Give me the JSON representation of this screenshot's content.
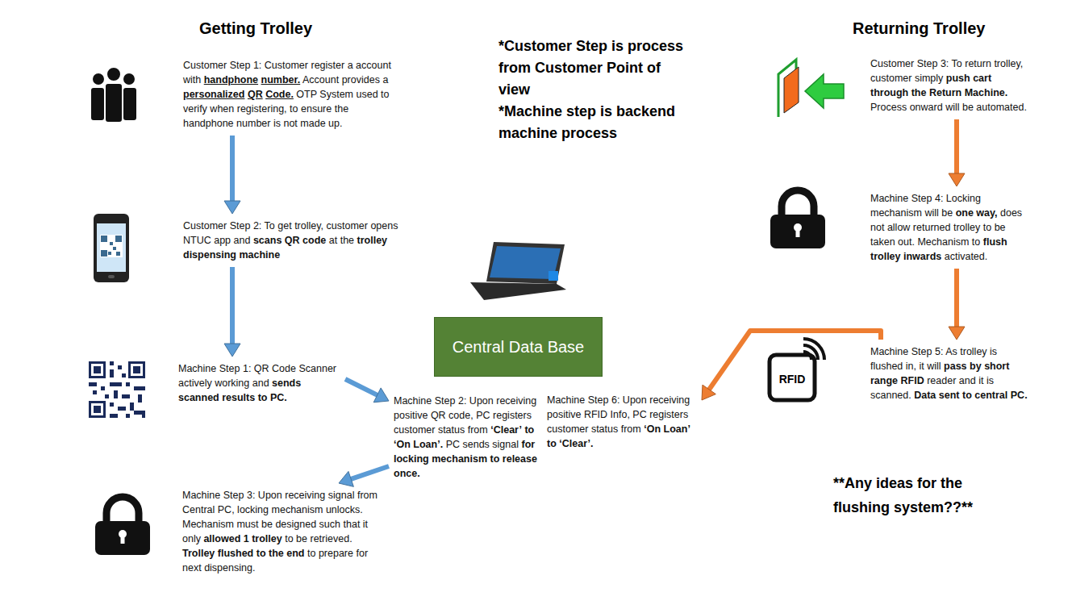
{
  "diagram": {
    "nodes": [
      {
        "text": [
          "Customer Step 1: Customer register a account with handphone number. Account provides a personalized QR Code. OTP System used to verify when registering, to ensure the handphone number is not made up."
        ]
      },
      {
        "text": [
          "Customer Step 2: To get trolley, customer opens NTUC app and scans QR code at the trolley dispensing machine"
        ]
      },
      {
        "text": [
          "Machine Step 1: QR Code Scanner actively working and sends scanned results to PC."
        ]
      },
      {
        "text": [
          "Machine Step 2: Upon receiving positive QR code, PC registers customer status from ‘Clear’ to ‘On Loan’. PC sends signal for locking mechanism to release once."
        ]
      },
      {
        "text": [
          "Machine Step 3: Upon receiving signal from Central PC, locking mechanism unlocks. Mechanism must be designed such that it only allowed 1 trolley to be retrieved. Trolley flushed to the end to prepare for next dispensing."
        ]
      },
      {
        "text": [
          "Central Data Base"
        ]
      },
      {
        "text": [
          "Customer Step 3: To return trolley, customer simply push cart through the Return Machine. Process onward will be automated."
        ]
      },
      {
        "text": [
          "Machine Step 4: Locking mechanism will be one way, does not allow returned trolley to be taken out. Mechanism to flush trolley inwards activated."
        ]
      },
      {
        "text": [
          "Machine Step 5: As trolley is flushed in, it will pass by short range RFID reader and it is scanned. Data sent to central PC."
        ]
      },
      {
        "text": [
          "Machine Step 6: Upon receiving positive RFID Info, PC registers customer status from ‘On Loan’ to ‘Clear’."
        ]
      }
    ],
    "edges": [
      {
        "from": 0,
        "to": 1,
        "arrow": "to"
      },
      {
        "from": 1,
        "to": 2,
        "arrow": "to"
      },
      {
        "from": 2,
        "to": 3,
        "arrow": "to"
      },
      {
        "from": 3,
        "to": 4,
        "arrow": "to"
      },
      {
        "from": 6,
        "to": 7,
        "arrow": "to"
      },
      {
        "from": 7,
        "to": 8,
        "arrow": "to"
      },
      {
        "from": 8,
        "to": 9,
        "arrow": "to"
      }
    ],
    "labels": [
      "Getting Trolley",
      "Returning Trolley",
      "*Customer Step is process from Customer Point of view",
      "*Machine step is backend machine process",
      "RFID",
      "**Any ideas for the flushing system??**"
    ]
  }
}
